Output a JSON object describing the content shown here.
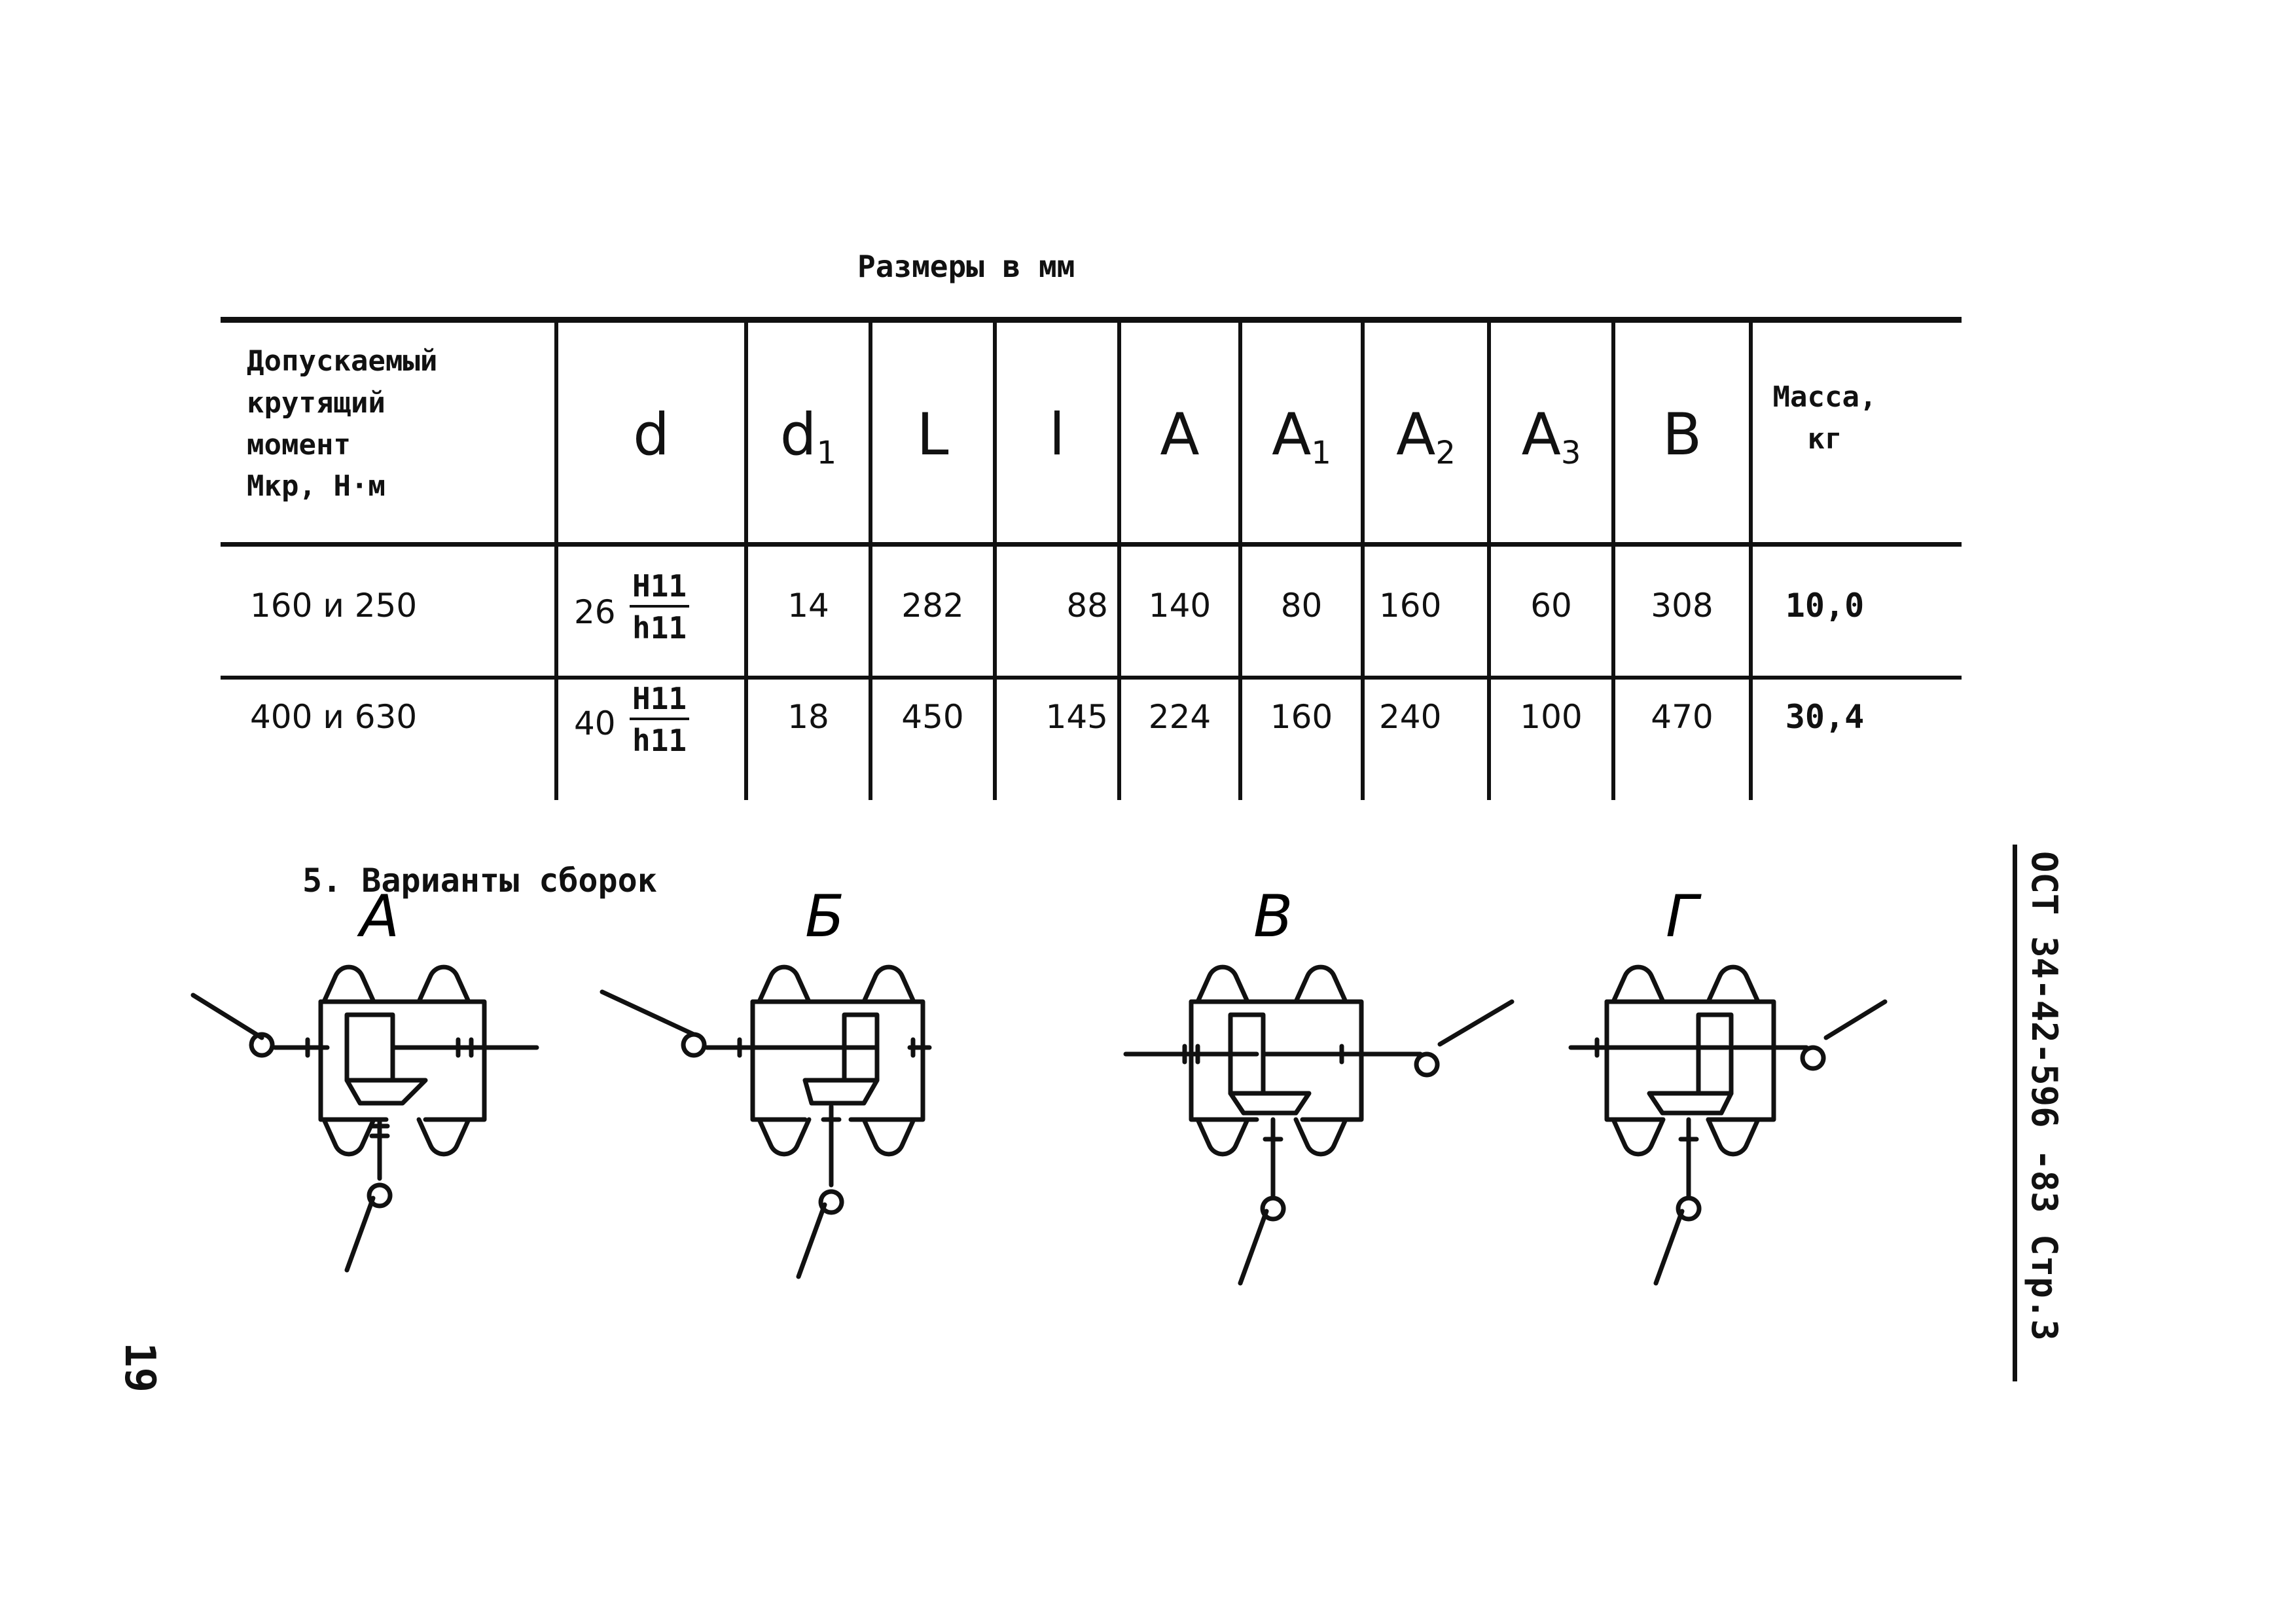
{
  "caption": "Размеры в мм",
  "table": {
    "torque_header": [
      "Допускаемый",
      "крутящий",
      "момент",
      "Мкр, Н·м"
    ],
    "columns": [
      {
        "base": "d",
        "sub": ""
      },
      {
        "base": "d",
        "sub": "1"
      },
      {
        "base": "L",
        "sub": ""
      },
      {
        "base": "l",
        "sub": ""
      },
      {
        "base": "A",
        "sub": ""
      },
      {
        "base": "A",
        "sub": "1"
      },
      {
        "base": "A",
        "sub": "2"
      },
      {
        "base": "A",
        "sub": "3"
      },
      {
        "base": "B",
        "sub": ""
      }
    ],
    "mass_header": [
      "Масса,",
      "кг"
    ],
    "rows": [
      {
        "torque": "160 и 250",
        "d_value": "26",
        "d_fit_top": "H11",
        "d_fit_bottom": "h11",
        "d1": "14",
        "L": "282",
        "l": "88",
        "A": "140",
        "A1": "80",
        "A2": "160",
        "A3": "60",
        "B": "308",
        "mass": "10,0"
      },
      {
        "torque": "400 и 630",
        "d_value": "40",
        "d_fit_top": "H11",
        "d_fit_bottom": "h11",
        "d1": "18",
        "L": "450",
        "l": "145",
        "A": "224",
        "A1": "160",
        "A2": "240",
        "A3": "100",
        "B": "470",
        "mass": "30,4"
      }
    ]
  },
  "section_title": "5. Варианты сборок",
  "variants": [
    "А",
    "Б",
    "В",
    "Г"
  ],
  "side_label": "ОСТ 34-42-596 -83 Стр.3",
  "page_number": "19"
}
